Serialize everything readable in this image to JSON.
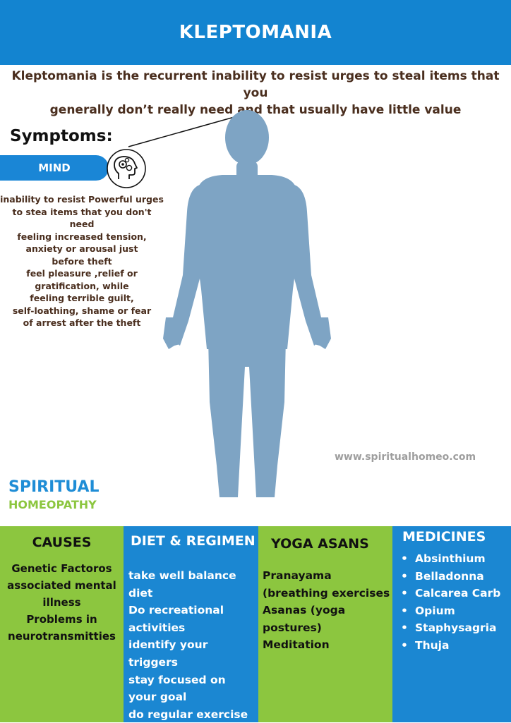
{
  "header": {
    "title": "KLEPTOMANIA"
  },
  "intro": {
    "lines": [
      "Kleptomania is the recurrent inability to resist urges to steal items that you",
      "generally don’t really need and that usually have little value"
    ]
  },
  "symptoms": {
    "heading": "Symptoms:",
    "mind_label": "MIND",
    "mind_icon": "head-gears-icon",
    "lines": [
      "inability to resist Powerful urges",
      "to stea items that you don't need",
      "feeling increased tension,",
      "anxiety or arousal just",
      "before theft",
      "feel pleasure ,relief or",
      "gratification, while",
      "feeling terrible guilt,",
      "self-loathing, shame or fear",
      "of arrest after the theft"
    ]
  },
  "website": "www.spiritualhomeo.com",
  "brand": {
    "line1": "SPIRITUAL",
    "line2": "HOMEOPATHY"
  },
  "columns": {
    "causes": {
      "heading": "CAUSES",
      "lines": [
        "Genetic Factoros",
        "associated mental",
        "illness",
        "Problems in",
        "neurotransmitties"
      ]
    },
    "diet": {
      "heading": "DIET & REGIMEN",
      "lines": [
        "take well balance",
        "diet",
        "Do recreational",
        "activities",
        "identify your",
        "triggers",
        "stay focused on",
        "your goal",
        "do regular exercise"
      ]
    },
    "yoga": {
      "heading": "YOGA ASANS",
      "lines": [
        "Pranayama",
        "(breathing exercises",
        "Asanas (yoga",
        "postures)",
        "Meditation"
      ]
    },
    "medicines": {
      "heading": "MEDICINES",
      "items": [
        "Absinthium",
        "Belladonna",
        "Calcarea Carb",
        "Opium",
        "Staphysagria",
        "Thuja"
      ]
    }
  },
  "colors": {
    "blue": "#1384d0",
    "green": "#8cc63f",
    "brown_text": "#4a2e1e",
    "body_silhouette": "#7ea4c4"
  }
}
